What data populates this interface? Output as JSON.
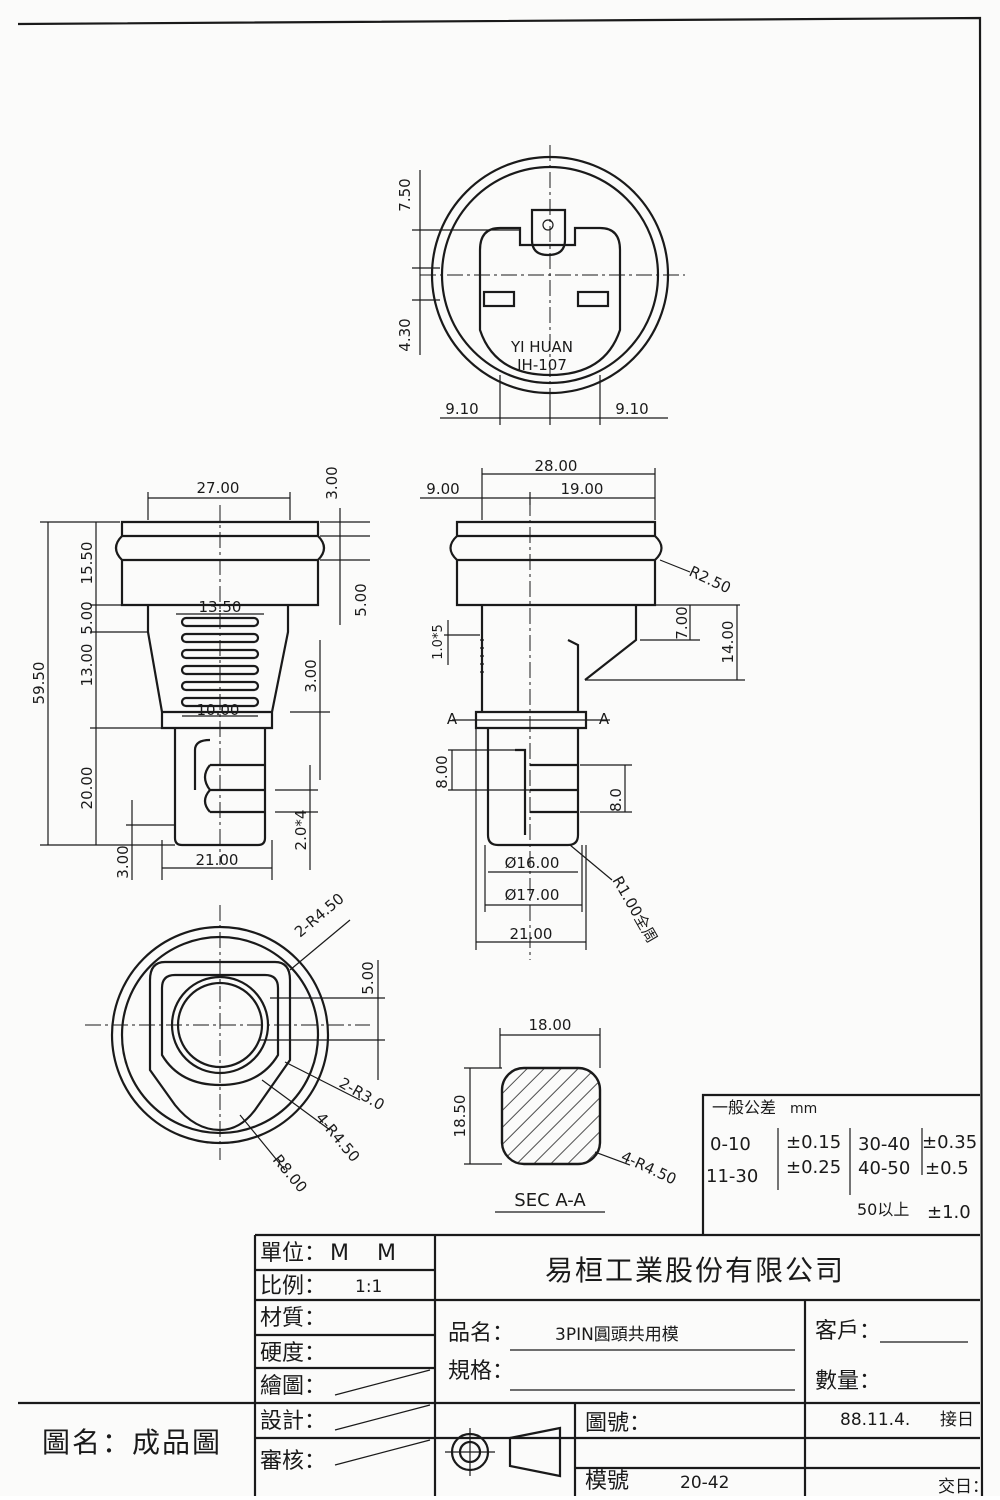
{
  "top_view": {
    "brand_text": "YI HUAN",
    "model_text": "IH-107",
    "dims": {
      "d750": "7.50",
      "d430": "4.30",
      "d910_left": "9.10",
      "d910_right": "9.10"
    }
  },
  "left_view": {
    "dims": {
      "d2700": "27.00",
      "d300_top": "3.00",
      "d1550": "15.50",
      "d500_right": "5.00",
      "d500_left": "5.00",
      "d1350": "13.50",
      "d1300": "13.00",
      "d300_mid": "3.00",
      "d5950": "59.50",
      "d1000": "10.00",
      "d2000": "20.00",
      "d2x4": "2.0*4",
      "d300_bot": "3.00",
      "d2100": "21.00"
    }
  },
  "side_view": {
    "dims": {
      "d2800": "28.00",
      "d900": "9.00",
      "d1900": "19.00",
      "r250": "R2.50",
      "d700": "7.00",
      "d1400": "14.00",
      "d1x5": "1.0*5",
      "section_a_left": "A",
      "section_a_right": "A",
      "d800": "8.00",
      "d80": "8.0",
      "phi1600": "Ø16.00",
      "phi1700": "Ø17.00",
      "r100": "R1.00全周",
      "d2100": "21.00"
    }
  },
  "bottom_view": {
    "dims": {
      "r450_2": "2-R4.50",
      "d500": "5.00",
      "r30": "2-R3.0",
      "r450_4": "4-R4.50",
      "r800": "R8.00"
    }
  },
  "section": {
    "d1800": "18.00",
    "d1850": "18.50",
    "r450": "4-R4.50",
    "label": "SEC A-A"
  },
  "tolerance": {
    "title": "一般公差",
    "unit": "mm",
    "rows": [
      {
        "range": "0-10",
        "tol": "±0.15",
        "range2": "30-40",
        "tol2": "±0.35"
      },
      {
        "range": "11-30",
        "tol": "±0.25",
        "range2": "40-50",
        "tol2": "±0.5"
      }
    ],
    "extra_range": "50以上",
    "extra_tol": "±1.0"
  },
  "title_block": {
    "unit_label": "單位：",
    "unit_value": "M    M",
    "scale_label": "比例：",
    "scale_value": "1:1",
    "material_label": "材質：",
    "hardness_label": "硬度：",
    "drawn_label": "繪圖：",
    "design_label": "設計：",
    "review_label": "審核：",
    "company": "易桓工業股份有限公司",
    "product_label": "品名：",
    "product_value": "3PIN圓頭共用模",
    "spec_label": "規格：",
    "customer_label": "客戶：",
    "qty_label": "數量：",
    "drawing_no_label": "圖號：",
    "mold_no_label": "模號",
    "mold_no_value": "20-42",
    "date_value": "88.11.4.",
    "received_label": "接日",
    "delivery_label": "交日：",
    "drawing_name": "圖名：成品圖"
  }
}
